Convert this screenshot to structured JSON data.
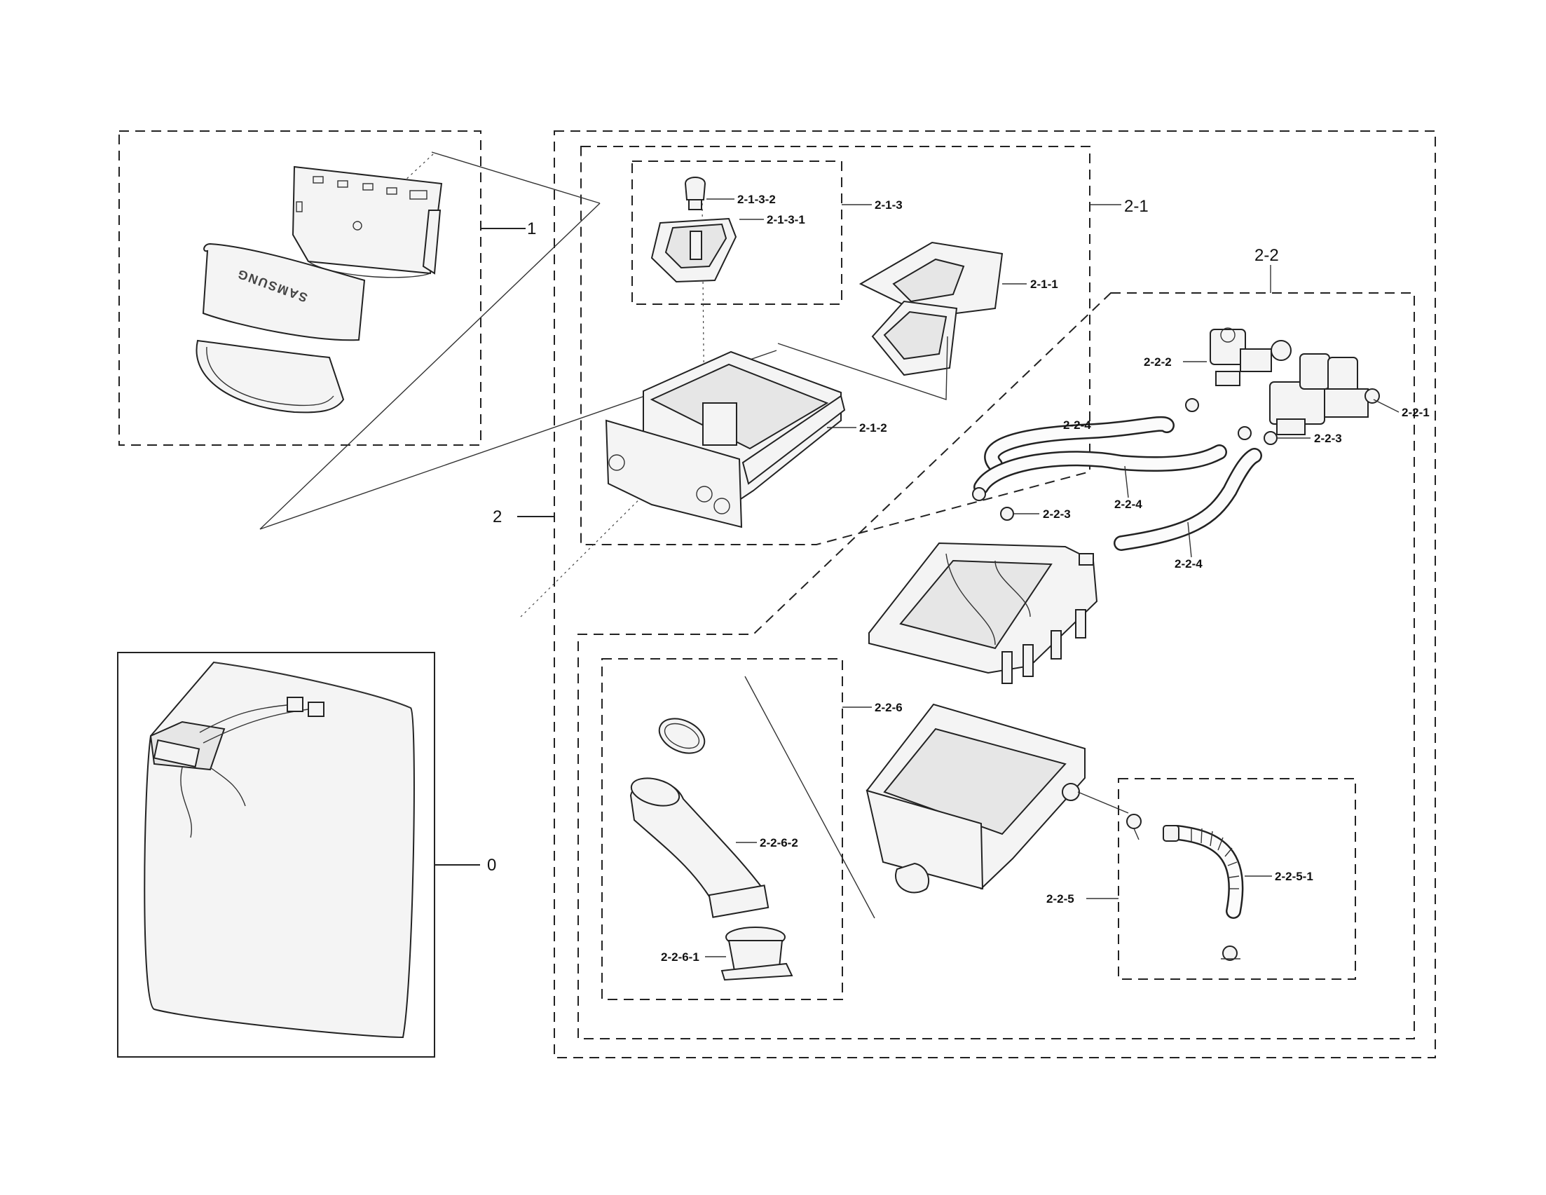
{
  "labels": {
    "l0": "0",
    "l1": "1",
    "l2": "2",
    "l2_1": "2-1",
    "l2_1_1": "2-1-1",
    "l2_1_2": "2-1-2",
    "l2_1_3": "2-1-3",
    "l2_1_3_1": "2-1-3-1",
    "l2_1_3_2": "2-1-3-2",
    "l2_2": "2-2",
    "l2_2_1": "2-2-1",
    "l2_2_2": "2-2-2",
    "l2_2_3a": "2-2-3",
    "l2_2_3b": "2-2-3",
    "l2_2_4a": "2-2-4",
    "l2_2_4b": "2-2-4",
    "l2_2_4c": "2-2-4",
    "l2_2_5": "2-2-5",
    "l2_2_5_1": "2-2-5-1",
    "l2_2_6": "2-2-6",
    "l2_2_6_1": "2-2-6-1",
    "l2_2_6_2": "2-2-6-2"
  },
  "brand": "SAMSUNG",
  "icons": [
    "drawer-panel-icon",
    "drawer-body-icon",
    "valve-icon",
    "hose-icon",
    "clamp-icon",
    "housing-icon",
    "washer-icon"
  ]
}
